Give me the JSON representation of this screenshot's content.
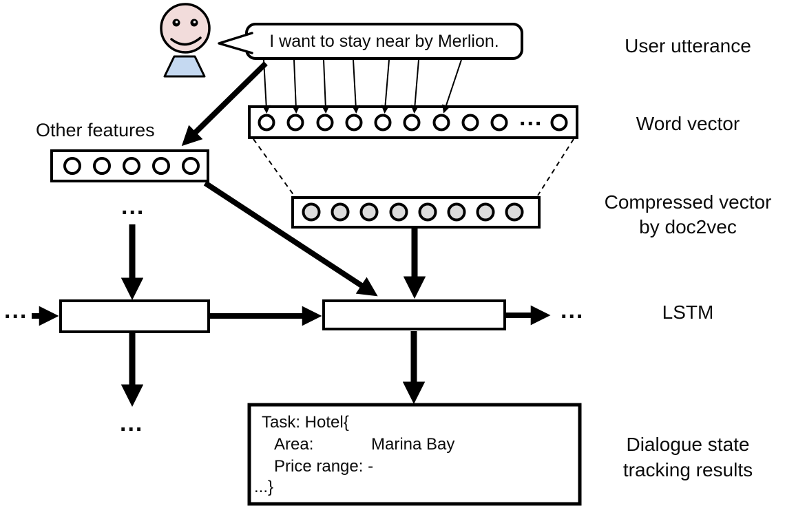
{
  "speech_bubble": {
    "text": "I want to stay near by Merlion."
  },
  "other_features": {
    "label": "Other features",
    "circle_count": 5
  },
  "word_vector": {
    "circles_before_ellipsis": 9,
    "ellipsis": "...",
    "circles_after_ellipsis": 1
  },
  "compressed_vector": {
    "circle_count": 8
  },
  "ellipses": {
    "below_other_features": "...",
    "lstm_input_left": "...",
    "lstm_output_right": "...",
    "below_left_cell": "..."
  },
  "results_box": {
    "line1": "Task: Hotel{",
    "area_label": "Area:",
    "area_value": "Marina Bay",
    "price_line": "Price range: -",
    "closing_line": "...}"
  },
  "side_labels": {
    "user_utterance": "User utterance",
    "word_vector": "Word vector",
    "compressed_vector_line1": "Compressed vector",
    "compressed_vector_line2": "by doc2vec",
    "lstm": "LSTM",
    "dialogue_line1": "Dialogue state",
    "dialogue_line2": "tracking results"
  },
  "colors": {
    "ink": "#000000",
    "face_fill": "#f2dcdb",
    "body_fill": "#c5d9f1",
    "gray_circle_fill": "#dcdcdc"
  }
}
